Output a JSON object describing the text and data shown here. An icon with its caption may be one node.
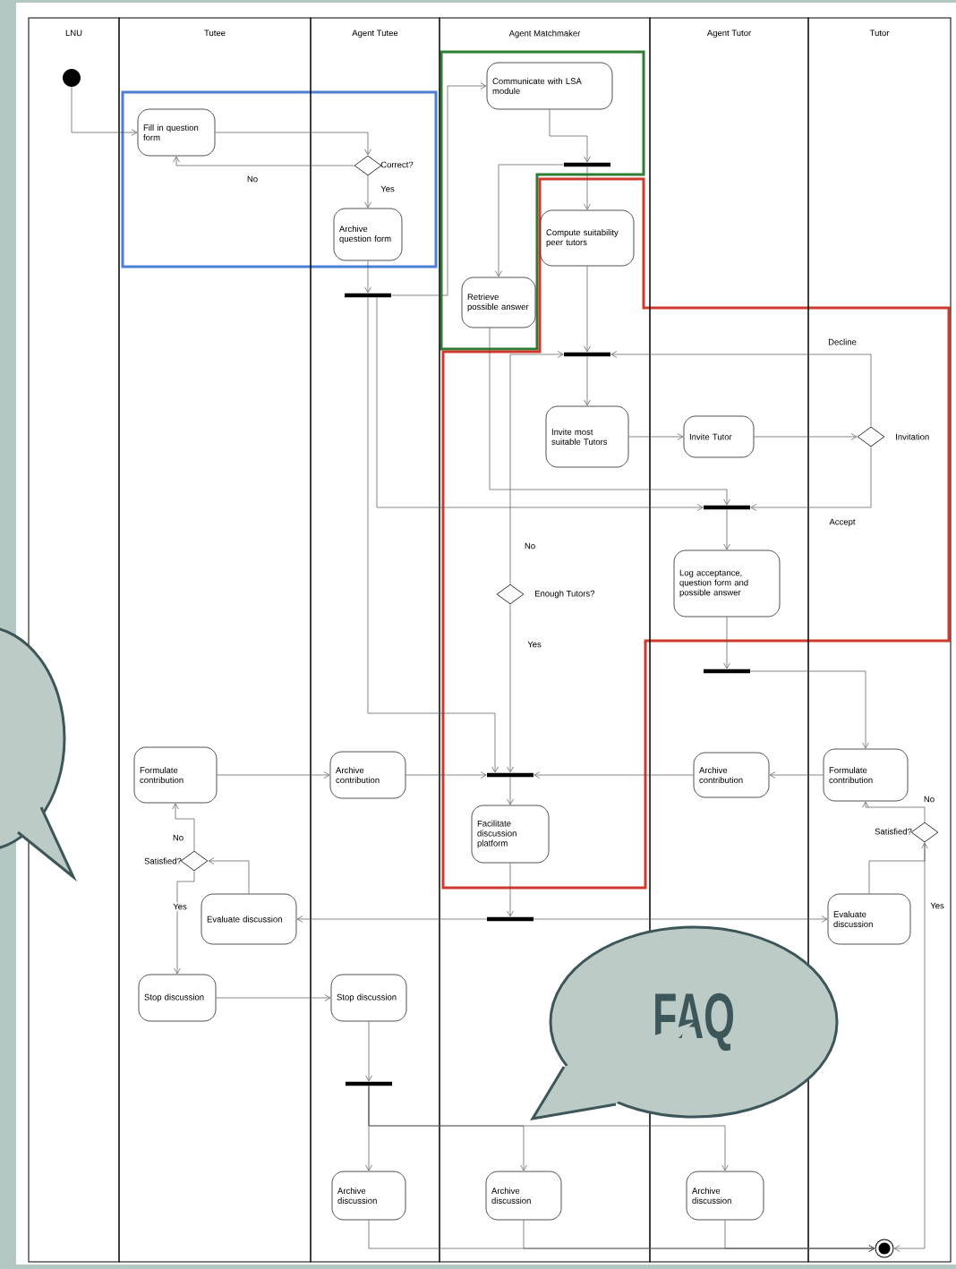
{
  "diagram": {
    "nodes": [
      {
        "text": [
          "LNU"
        ]
      },
      {
        "text": [
          "Tutee"
        ]
      },
      {
        "text": [
          "Agent Tutee"
        ]
      },
      {
        "text": [
          "Agent Matchmaker"
        ]
      },
      {
        "text": [
          "Agent Tutor"
        ]
      },
      {
        "text": [
          "Tutor"
        ]
      },
      {
        "text": [],
        "shape": "circle",
        "in": 0
      },
      {
        "text": [
          "Fill in question form"
        ],
        "in": 1
      },
      {
        "text": [],
        "shape": "diamond",
        "beside": [
          "Correct?"
        ],
        "in": 2
      },
      {
        "text": [
          "Archive question form"
        ],
        "in": 2
      },
      {
        "text": [],
        "shape": "bar",
        "in": 2
      },
      {
        "text": [
          "Communicate with LSA module"
        ],
        "in": 3
      },
      {
        "text": [],
        "shape": "bar",
        "in": 3
      },
      {
        "text": [
          "Compute suitability peer tutors"
        ],
        "in": 3
      },
      {
        "text": [
          "Retrieve possible answer"
        ],
        "in": 3
      },
      {
        "text": [],
        "shape": "bar",
        "in": 3
      },
      {
        "text": [
          "Invite most suitable Tutors"
        ],
        "in": 3
      },
      {
        "text": [
          "Invite Tutor"
        ],
        "in": 4
      },
      {
        "text": [],
        "shape": "diamond",
        "beside": [
          "Invitation"
        ],
        "in": 5
      },
      {
        "text": [],
        "shape": "bar",
        "in": 4
      },
      {
        "text": [
          "Log acceptance, question form and possible answer"
        ],
        "in": 4
      },
      {
        "text": [],
        "shape": "diamond",
        "beside": [
          "Enough Tutors?"
        ],
        "in": 3
      },
      {
        "text": [],
        "shape": "bar",
        "in": 4
      },
      {
        "text": [
          "Formulate contribution"
        ],
        "in": 1
      },
      {
        "text": [
          "Archive contribution"
        ],
        "in": 2
      },
      {
        "text": [],
        "shape": "bar",
        "in": 3
      },
      {
        "text": [
          "Archive contribution"
        ],
        "in": 4
      },
      {
        "text": [
          "Formulate contribution"
        ],
        "in": 5
      },
      {
        "text": [
          "Facilitate discussion platform"
        ],
        "in": 3
      },
      {
        "text": [],
        "shape": "diamond",
        "beside": [
          "Satisfied?"
        ],
        "in": 1
      },
      {
        "text": [],
        "shape": "diamond",
        "beside": [
          "Satisfied?"
        ],
        "in": 5
      },
      {
        "text": [
          "Evaluate discussion"
        ],
        "in": 1
      },
      {
        "text": [],
        "shape": "bar",
        "in": 3
      },
      {
        "text": [
          "Evaluate discussion"
        ],
        "in": 5
      },
      {
        "text": [
          "Stop discussion"
        ],
        "in": 1
      },
      {
        "text": [
          "Stop discussion"
        ],
        "in": 2
      },
      {
        "text": [],
        "shape": "bar",
        "in": 2
      },
      {
        "text": [
          "Archive discussion"
        ],
        "in": 2
      },
      {
        "text": [
          "Archive discussion"
        ],
        "in": 3
      },
      {
        "text": [
          "Archive discussion"
        ],
        "in": 4
      },
      {
        "text": [],
        "shape": "bullseye",
        "in": 5
      },
      {
        "text": [],
        "shape": "bubble"
      },
      {
        "text": [
          "FAQ"
        ]
      }
    ],
    "edges": [
      {
        "from": 6,
        "to": 7,
        "arrow": "to"
      },
      {
        "from": 7,
        "to": 8,
        "arrow": "to"
      },
      {
        "from": 8,
        "to": 7,
        "arrow": "to",
        "label": "No"
      },
      {
        "from": 8,
        "to": 9,
        "arrow": "to",
        "label": "Yes"
      },
      {
        "from": 9,
        "to": 10,
        "arrow": "to"
      },
      {
        "from": 10,
        "to": 11,
        "arrow": "to"
      },
      {
        "from": 10,
        "to": 19,
        "arrow": "to"
      },
      {
        "from": 10,
        "to": 25,
        "arrow": "to"
      },
      {
        "from": 11,
        "to": 12,
        "arrow": "to"
      },
      {
        "from": 12,
        "to": 13,
        "arrow": "to"
      },
      {
        "from": 12,
        "to": 14,
        "arrow": "to"
      },
      {
        "from": 13,
        "to": 15,
        "arrow": "to"
      },
      {
        "from": 15,
        "to": 16,
        "arrow": "to"
      },
      {
        "from": 16,
        "to": 17,
        "arrow": "to"
      },
      {
        "from": 17,
        "to": 18,
        "arrow": "to"
      },
      {
        "from": 18,
        "to": 15,
        "arrow": "to",
        "label": "Decline"
      },
      {
        "from": 18,
        "to": 19,
        "arrow": "to",
        "label": "Accept"
      },
      {
        "from": 14,
        "to": 19,
        "arrow": "to"
      },
      {
        "from": 21,
        "to": 15,
        "arrow": "to",
        "label": "No"
      },
      {
        "from": 21,
        "to": 25,
        "arrow": "to",
        "label": "Yes"
      },
      {
        "from": 19,
        "to": 20,
        "arrow": "to"
      },
      {
        "from": 20,
        "to": 22,
        "arrow": "to"
      },
      {
        "from": 22,
        "to": 27,
        "arrow": "to"
      },
      {
        "from": 23,
        "to": 24,
        "arrow": "to"
      },
      {
        "from": 24,
        "to": 25,
        "arrow": "to"
      },
      {
        "from": 26,
        "to": 25,
        "arrow": "to"
      },
      {
        "from": 27,
        "to": 26,
        "arrow": "to"
      },
      {
        "from": 25,
        "to": 28,
        "arrow": "to"
      },
      {
        "from": 28,
        "to": 32,
        "arrow": "to"
      },
      {
        "from": 32,
        "to": 31,
        "arrow": "to"
      },
      {
        "from": 32,
        "to": 33,
        "arrow": "to"
      },
      {
        "from": 31,
        "to": 29,
        "arrow": "to"
      },
      {
        "from": 29,
        "to": 23,
        "arrow": "to",
        "label": "No"
      },
      {
        "from": 29,
        "to": 34,
        "arrow": "to",
        "label": "Yes"
      },
      {
        "from": 33,
        "to": 30,
        "arrow": "to"
      },
      {
        "from": 30,
        "to": 27,
        "arrow": "to",
        "label": "No"
      },
      {
        "from": 30,
        "to": 40,
        "arrow": "to",
        "label": "Yes"
      },
      {
        "from": 34,
        "to": 35,
        "arrow": "to"
      },
      {
        "from": 35,
        "to": 36,
        "arrow": "to"
      },
      {
        "from": 36,
        "to": 37,
        "arrow": "to"
      },
      {
        "from": 36,
        "to": 38,
        "arrow": "to"
      },
      {
        "from": 36,
        "to": 39,
        "arrow": "to"
      },
      {
        "from": 37,
        "to": 40,
        "arrow": "to"
      },
      {
        "from": 38,
        "to": 40,
        "arrow": "to"
      },
      {
        "from": 39,
        "to": 40,
        "arrow": "to"
      }
    ]
  }
}
